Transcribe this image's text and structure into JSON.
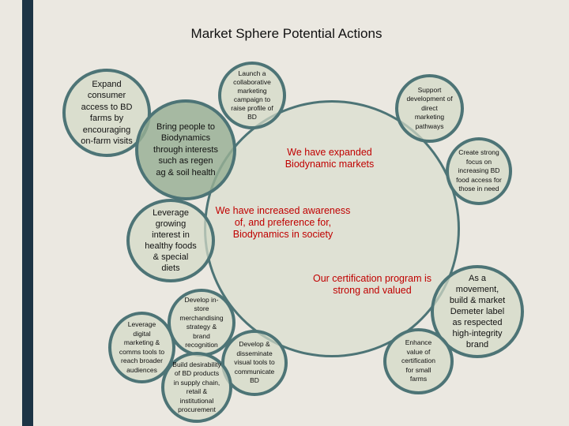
{
  "title": "Market Sphere Potential Actions",
  "outcomes": [
    "We have expanded Biodynamic markets",
    "We have increased awareness of, and preference for, Biodynamics in society",
    "Our certification program is strong and valued"
  ],
  "actions": {
    "expand_consumer": "Expand consumer access to BD farms by encouraging on-farm visits",
    "bring_people": "Bring people to Biodynamics through interests such as regen ag & soil health",
    "launch_campaign": "Launch a collaborative marketing campaign to raise profile of BD",
    "support_direct": "Support development of direct marketing pathways",
    "food_access": "Create strong focus on increasing BD food access for those in need",
    "leverage_interest": "Leverage growing interest in healthy foods & special diets",
    "demeter_label": "As a movement, build & market Demeter label as respected high-integrity brand",
    "instore": "Develop in-store merchandising strategy & brand recognition",
    "digital": "Leverage digital marketing & comms tools to reach broader audiences",
    "visual_tools": "Develop & disseminate visual tools to communicate BD",
    "small_farms": "Enhance value of certification for small farms",
    "desirability": "Build desirability of BD products in supply chain, retail & institutional procurement"
  }
}
